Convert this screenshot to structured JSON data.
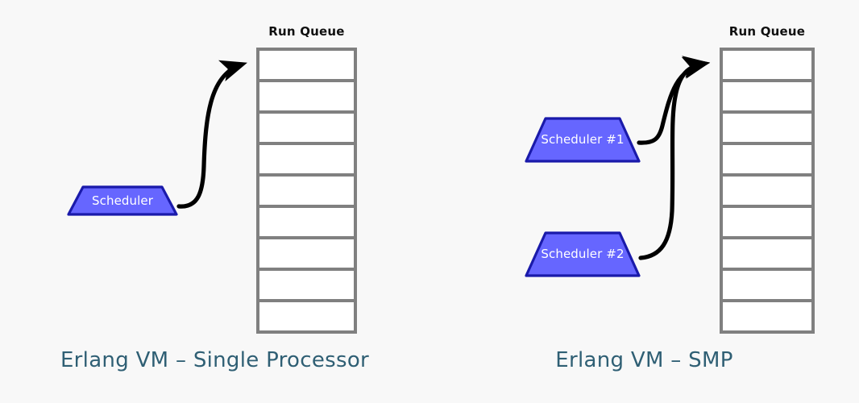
{
  "figure": {
    "background_color": "#f8f8f8",
    "title": ""
  },
  "colors": {
    "queue_border": "#808080",
    "queue_fill": "#ffffff",
    "scheduler_fill": "#6666ff",
    "scheduler_border": "#1a1aaa",
    "scheduler_text": "#ffffff",
    "arrow": "#000000",
    "caption_text": "#2f5f74",
    "queue_label_text": "#101010"
  },
  "panels": [
    {
      "id": "single",
      "caption": "Erlang VM – Single Processor",
      "queue": {
        "label": "Run Queue",
        "cell_count": 9,
        "cells": [
          "",
          "",
          "",
          "",
          "",
          "",
          "",
          "",
          ""
        ]
      },
      "schedulers": [
        {
          "id": "scheduler",
          "label": "Scheduler"
        }
      ],
      "arrows": [
        {
          "from": "scheduler",
          "to": "queue-head",
          "style": "curved"
        }
      ]
    },
    {
      "id": "smp",
      "caption": "Erlang VM – SMP",
      "queue": {
        "label": "Run Queue",
        "cell_count": 9,
        "cells": [
          "",
          "",
          "",
          "",
          "",
          "",
          "",
          "",
          ""
        ]
      },
      "schedulers": [
        {
          "id": "scheduler-1",
          "label": "Scheduler #1"
        },
        {
          "id": "scheduler-2",
          "label": "Scheduler #2"
        }
      ],
      "arrows": [
        {
          "from": "scheduler-1",
          "to": "queue-head",
          "style": "curved"
        },
        {
          "from": "scheduler-2",
          "to": "queue-head",
          "style": "curved"
        }
      ]
    }
  ]
}
